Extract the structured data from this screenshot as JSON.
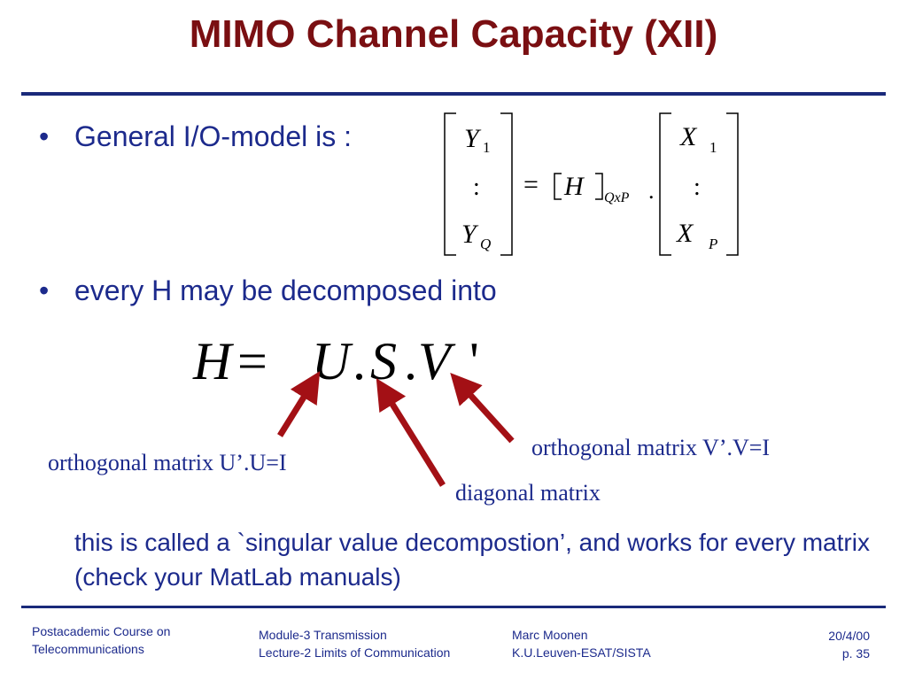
{
  "slide": {
    "title": "MIMO Channel Capacity (XII)"
  },
  "bullets": [
    {
      "text": "General I/O-model is :"
    },
    {
      "text": "every H may be decomposed into"
    }
  ],
  "io_model": {
    "lhs": [
      "Y",
      "1",
      ":",
      "Y",
      "Q"
    ],
    "equals": "=",
    "matrix": "H",
    "subscript": "QxP",
    "dot": ".",
    "rhs": [
      "X",
      "1",
      ":",
      "X",
      "P"
    ]
  },
  "svd_equation": {
    "H": "H",
    "eq": "=",
    "U": "U",
    "dot1": ".",
    "S": "S",
    "dot2": ".",
    "V": "V",
    "prime": "'"
  },
  "annotations": {
    "u_note": "orthogonal matrix U’.U=I",
    "s_note": "diagonal  matrix",
    "v_note": "orthogonal matrix V’.V=I"
  },
  "svd_text": "this is called a `singular value decompostion’, and works for every matrix (check your MatLab manuals)",
  "footer": {
    "course_line1": "Postacademic Course on",
    "course_line2": "Telecommunications",
    "module_line1": "Module-3  Transmission",
    "module_line2": "Lecture-2  Limits of Communication",
    "author_line1": "Marc Moonen",
    "author_line2": "K.U.Leuven-ESAT/SISTA",
    "date": "20/4/00",
    "page": "p. 35"
  },
  "colors": {
    "title": "#7a0f12",
    "text": "#1c2a8c",
    "rule": "#1a2a7a",
    "arrow": "#a31015"
  }
}
